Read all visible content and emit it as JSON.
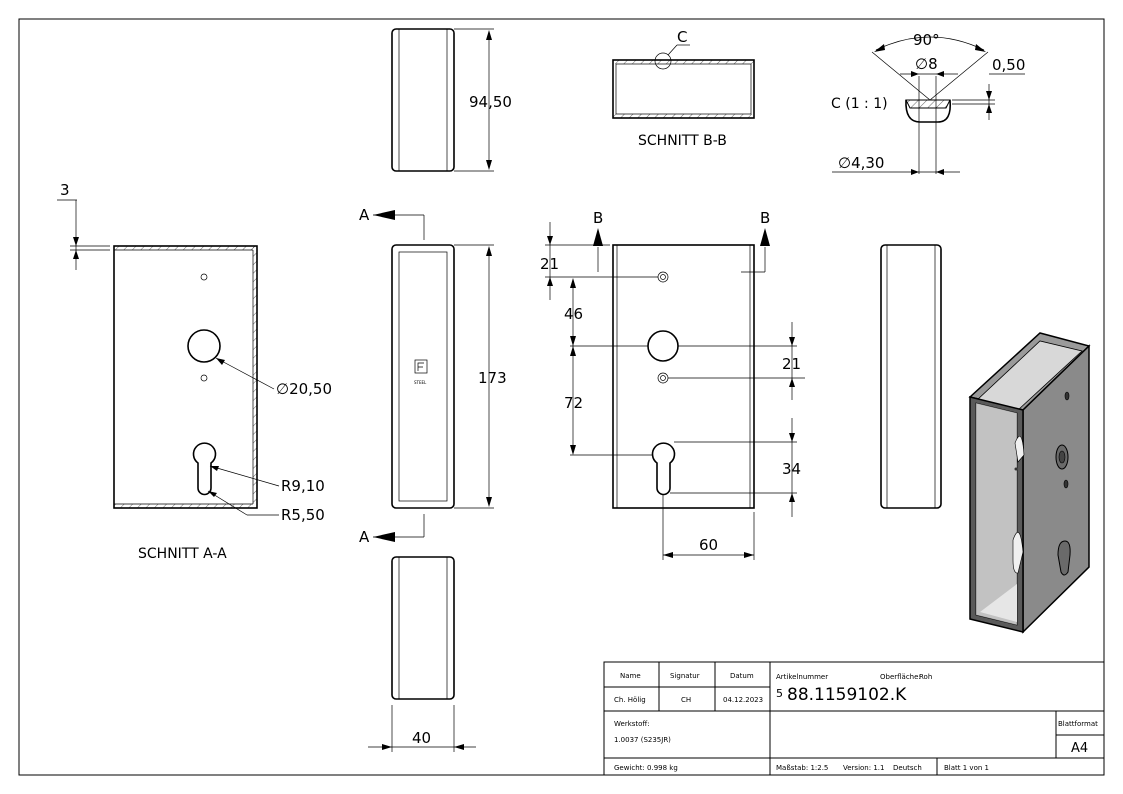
{
  "dimensions": {
    "height_side": "94,50",
    "height_front": "173",
    "wall": "3",
    "hole_large": "∅20,50",
    "radius_outer": "R9,10",
    "radius_inner": "R5,50",
    "depth_bottom": "40",
    "angle": "90°",
    "dia_small": "∅8",
    "chamfer": "0,50",
    "dia_bore": "∅4,30",
    "v21_top": "21",
    "v46": "46",
    "v72": "72",
    "v21_right": "21",
    "v34": "34",
    "h60": "60"
  },
  "labels": {
    "section_aa": "SCHNITT A-A",
    "section_bb": "SCHNITT B-B",
    "detail_c": "C",
    "detail_c_scale": "C (1 : 1)",
    "cut_a_top": "A",
    "cut_a_bottom": "A",
    "cut_b_left": "B",
    "cut_b_right": "B",
    "logo_text": "STEEL"
  },
  "title_block": {
    "h_name": "Name",
    "h_signatur": "Signatur",
    "h_datum": "Datum",
    "name": "Ch. Hölig",
    "signatur": "CH",
    "datum": "04.12.2023",
    "artikel_label": "Artikelnummer",
    "oberflaeche_label": "Oberfläche:",
    "oberflaeche_value": "Roh",
    "artikel_prefix": "5",
    "artikel_number": "88.1159102.K",
    "werkstoff_label": "Werkstoff:",
    "werkstoff_value": "1.0037 (S235JR)",
    "blattformat_label": "Blattformat",
    "blattformat_value": "A4",
    "gewicht": "Gewicht: 0.998 kg",
    "massstab": "Maßstab: 1:2.5",
    "version": "Version: 1.1",
    "sprache": "Deutsch",
    "blatt": "Blatt 1 von 1"
  }
}
